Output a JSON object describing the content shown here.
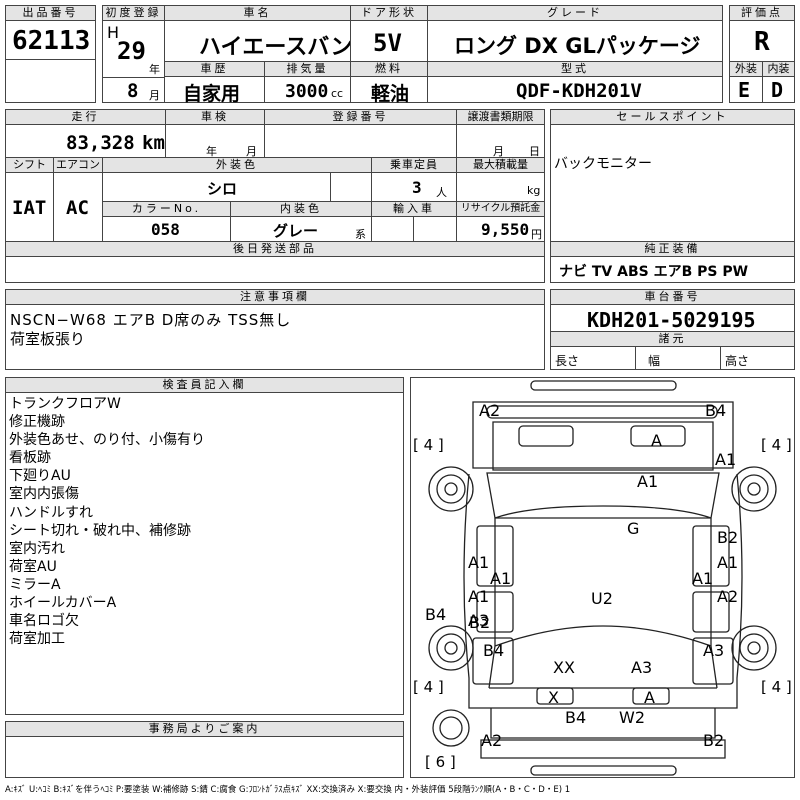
{
  "header": {
    "lot_label": "出品番号",
    "lot_no": "62113",
    "first_reg_label": "初度登録",
    "era": "H",
    "year": "29",
    "year_unit": "年",
    "month": "8",
    "month_unit": "月",
    "name_label": "車名",
    "name": "ハイエースバン",
    "door_label": "ドア形状",
    "door": "5V",
    "grade_label": "グレード",
    "grade": "ロング DX GLパッケージ",
    "score_label": "評価点",
    "score": "R",
    "history_label": "車歴",
    "history": "自家用",
    "disp_label": "排気量",
    "disp": "3000",
    "disp_unit": "cc",
    "fuel_label": "燃料",
    "fuel": "軽油",
    "model_label": "型式",
    "model": "QDF-KDH201V",
    "ext_label": "外装",
    "ext": "E",
    "int_label": "内装",
    "int": "D"
  },
  "row2": {
    "mileage_label": "走行",
    "mileage": "83,328",
    "mileage_unit": "km",
    "inspection_label": "車検",
    "insp_year_unit": "年",
    "insp_month_unit": "月",
    "reg_label": "登録番号",
    "transfer_label": "譲渡書類期限",
    "tr_month_unit": "月",
    "tr_day_unit": "日",
    "sales_label": "セールスポイント",
    "sales": "バックモニター",
    "shift_label": "シフト",
    "shift": "IAT",
    "ac_label": "エアコン",
    "ac": "AC",
    "color_label": "外装色",
    "color": "シロ",
    "cap_label": "乗車定員",
    "cap": "3",
    "cap_unit": "人",
    "load_label": "最大積載量",
    "load_unit": "kg",
    "colorno_label": "カラーNo.",
    "colorno": "058",
    "intcolor_label": "内装色",
    "intcolor": "グレー",
    "intcolor_unit": "系",
    "import_label": "輸入車",
    "recycle_label": "リサイクル預託金",
    "recycle": "9,550",
    "recycle_unit": "円",
    "later_label": "後日発送部品",
    "equip_label": "純正装備",
    "equip": "ナビ TV ABS エアB PS PW"
  },
  "notes": {
    "label": "注意事項欄",
    "line1": "NSCN−W68 エアB D席のみ TSS無し",
    "line2": "荷室板張り"
  },
  "chassis": {
    "label": "車台番号",
    "value": "KDH201-5029195",
    "dim_label": "諸元",
    "len": "長さ",
    "wid": "幅",
    "hei": "高さ"
  },
  "inspector": {
    "label": "検査員記入欄",
    "lines": [
      "トランクフロアW",
      "修正機跡",
      "外装色あせ、のり付、小傷有り",
      "看板跡",
      "下廻りAU",
      "室内内張傷",
      "ハンドルすれ",
      "シート切れ・破れ中、補修跡",
      "室内汚れ",
      "荷室AU",
      "ミラーA",
      "ホイールカバーA",
      "車名ロゴ欠",
      "荷室加工"
    ]
  },
  "diagram": {
    "tires": [
      "[ 4 ]",
      "[ 4 ]",
      "[ 4 ]",
      "[ 4 ]",
      "[ 6 ]"
    ],
    "marks": [
      "A2",
      "B4",
      "A",
      "A1",
      "A1",
      "G",
      "B2",
      "A1",
      "A1",
      "A1",
      "A1",
      "A1",
      "A2",
      "U2",
      "A3",
      "B4",
      "B2",
      "B4",
      "A3",
      "XX",
      "A3",
      "X",
      "A",
      "B4",
      "W2",
      "A2",
      "B2"
    ]
  },
  "office": {
    "label": "事務局よりご案内"
  },
  "legend": "A:ｷｽﾞ U:ﾍｺﾐ B:ｷｽﾞを伴うﾍｺﾐ P:要塗装 W:補修跡 S:錆 C:腐食 G:ﾌﾛﾝﾄｶﾞﾗｽ点ｷｽﾞ XX:交換済み X:要交換 内・外装評価 5段階ﾗﾝｸ順(A・B・C・D・E) 1"
}
